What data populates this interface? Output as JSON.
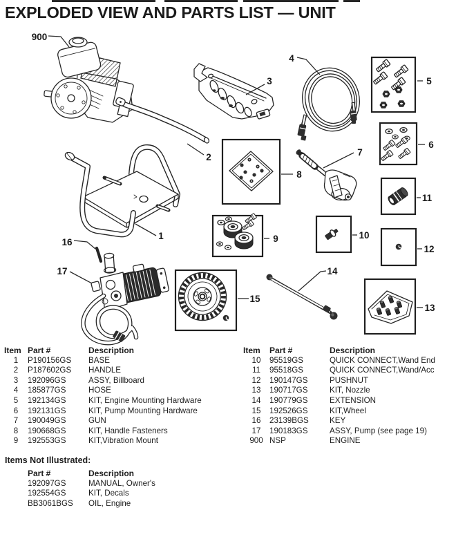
{
  "page": {
    "title": "EXPLODED VIEW AND PARTS LIST — UNIT"
  },
  "colors": {
    "ink": "#1d1d1d",
    "paper": "#ffffff"
  },
  "diagram": {
    "callouts": {
      "engine": "900",
      "base": "1",
      "handle": "2",
      "billboard": "3",
      "hose": "4",
      "engine_mount_kit": "5",
      "pump_mount_kit": "6",
      "gun": "7",
      "handle_fastener_kit": "8",
      "vibration_mount_kit": "9",
      "qc_wand_end": "10",
      "qc_wand_acc": "11",
      "pushnut": "12",
      "nozzle_kit": "13",
      "extension": "14",
      "wheel_kit": "15",
      "key": "16",
      "pump": "17"
    }
  },
  "parts_list": {
    "headers": {
      "item": "Item",
      "part": "Part #",
      "description": "Description"
    },
    "left_rows": [
      {
        "item": "1",
        "part": "P190156GS",
        "description": "BASE"
      },
      {
        "item": "2",
        "part": "P187602GS",
        "description": "HANDLE"
      },
      {
        "item": "3",
        "part": "192096GS",
        "description": "ASSY, Billboard"
      },
      {
        "item": "4",
        "part": "185877GS",
        "description": "HOSE"
      },
      {
        "item": "5",
        "part": "192134GS",
        "description": "KIT, Engine Mounting Hardware"
      },
      {
        "item": "6",
        "part": "192131GS",
        "description": "KIT, Pump Mounting Hardware"
      },
      {
        "item": "7",
        "part": "190049GS",
        "description": "GUN"
      },
      {
        "item": "8",
        "part": "190668GS",
        "description": "KIT, Handle Fasteners"
      },
      {
        "item": "9",
        "part": "192553GS",
        "description": "KIT,Vibration Mount"
      }
    ],
    "right_rows": [
      {
        "item": "10",
        "part": "95519GS",
        "description": "QUICK CONNECT,Wand End"
      },
      {
        "item": "11",
        "part": "95518GS",
        "description": "QUICK CONNECT,Wand/Acc"
      },
      {
        "item": "12",
        "part": "190147GS",
        "description": "PUSHNUT"
      },
      {
        "item": "13",
        "part": "190717GS",
        "description": "KIT, Nozzle"
      },
      {
        "item": "14",
        "part": "190779GS",
        "description": "EXTENSION"
      },
      {
        "item": "15",
        "part": "192526GS",
        "description": "KIT,Wheel"
      },
      {
        "item": "16",
        "part": "23139BGS",
        "description": "KEY"
      },
      {
        "item": "17",
        "part": "190183GS",
        "description": "ASSY, Pump (see page 19)"
      },
      {
        "item": "900",
        "part": "NSP",
        "description": "ENGINE"
      }
    ]
  },
  "not_illustrated": {
    "heading": "Items Not Illustrated:",
    "headers": {
      "part": "Part #",
      "description": "Description"
    },
    "rows": [
      {
        "part": "192097GS",
        "description": "MANUAL, Owner's"
      },
      {
        "part": "192554GS",
        "description": "KIT, Decals"
      },
      {
        "part": "BB3061BGS",
        "description": "OIL, Engine"
      }
    ]
  }
}
